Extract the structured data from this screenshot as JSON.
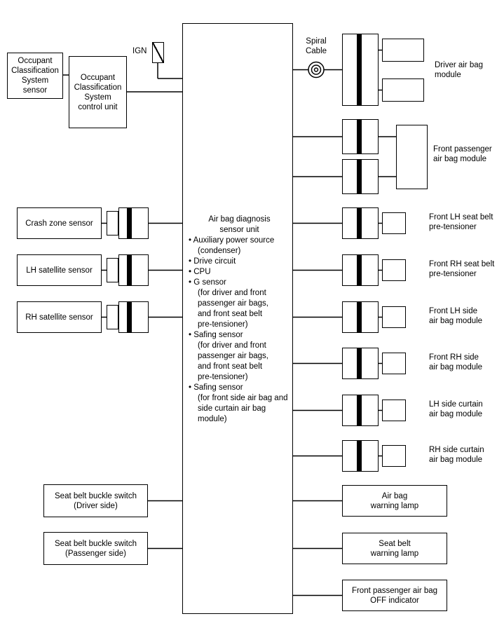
{
  "colors": {
    "line": "#000000",
    "background": "#ffffff"
  },
  "left": {
    "ocs_sensor": "Occupant\nClassification\nSystem\nsensor",
    "ocs_control_unit": "Occupant\nClassification\nSystem\ncontrol unit",
    "ign": "IGN",
    "crash_zone_sensor": "Crash zone sensor",
    "lh_satellite_sensor": "LH satellite sensor",
    "rh_satellite_sensor": "RH satellite sensor",
    "buckle_driver": "Seat belt buckle switch\n(Driver side)",
    "buckle_passenger": "Seat belt buckle switch\n(Passenger side)"
  },
  "center": {
    "title": "Air bag diagnosis\nsensor unit",
    "items": [
      "• Auxiliary power source\n(condenser)",
      "• Drive circuit",
      "• CPU",
      "• G sensor\n(for driver and front\npassenger air bags,\nand front seat belt\npre-tensioner)",
      "• Safing sensor\n(for driver and front\npassenger air bags,\nand front seat belt\npre-tensioner)",
      "• Safing sensor\n(for front side air bag and\nside curtain air bag\nmodule)"
    ]
  },
  "right": {
    "spiral_cable": "Spiral\nCable",
    "driver_airbag_module": "Driver air bag\nmodule",
    "front_passenger_airbag_module": "Front passenger\nair bag module",
    "front_lh_pretensioner": "Front LH seat belt\npre-tensioner",
    "front_rh_pretensioner": "Front RH seat belt\npre-tensioner",
    "front_lh_side_airbag": "Front LH side\nair bag module",
    "front_rh_side_airbag": "Front RH side\nair bag module",
    "lh_curtain_airbag": "LH side curtain\nair bag module",
    "rh_curtain_airbag": "RH side curtain\nair bag module",
    "airbag_warning_lamp": "Air bag\nwarning lamp",
    "seatbelt_warning_lamp": "Seat belt\nwarning lamp",
    "passenger_off_indicator": "Front passenger air bag\nOFF indicator"
  }
}
